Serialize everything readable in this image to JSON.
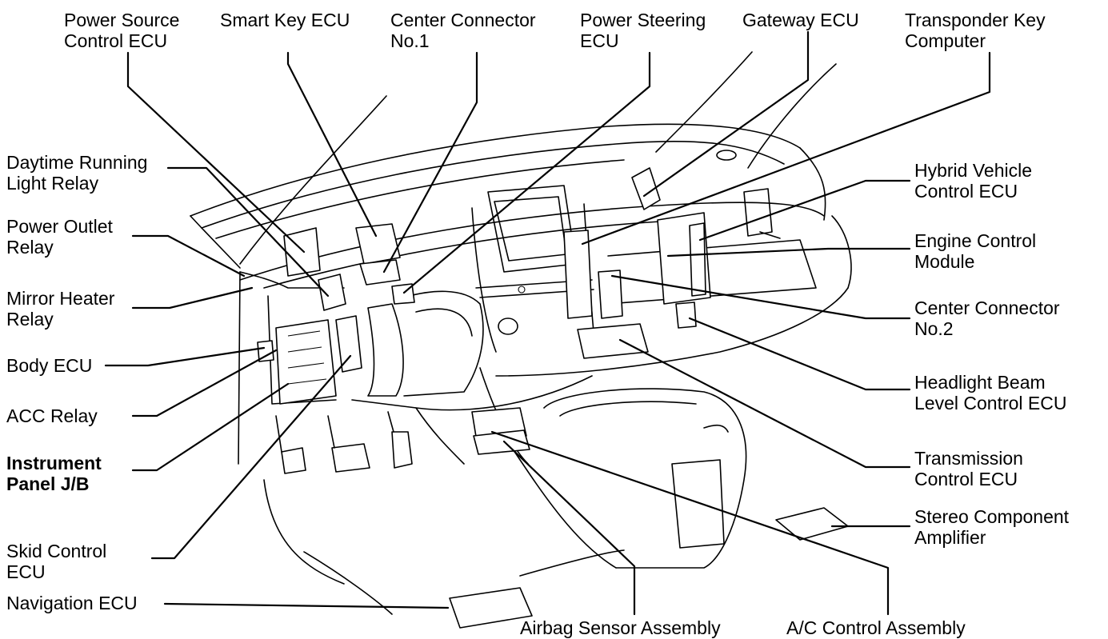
{
  "labels": {
    "power_source_control_ecu": [
      "Power Source",
      "Control ECU"
    ],
    "smart_key_ecu": [
      "Smart Key ECU"
    ],
    "center_connector_1": [
      "Center Connector",
      "No.1"
    ],
    "power_steering_ecu": [
      "Power Steering",
      "ECU"
    ],
    "gateway_ecu": [
      "Gateway ECU"
    ],
    "transponder_key_computer": [
      "Transponder Key",
      "Computer"
    ],
    "daytime_running_light_relay": [
      "Daytime Running",
      "Light Relay"
    ],
    "power_outlet_relay": [
      "Power Outlet",
      "Relay"
    ],
    "mirror_heater_relay": [
      "Mirror Heater",
      "Relay"
    ],
    "body_ecu": [
      "Body ECU"
    ],
    "acc_relay": [
      "ACC Relay"
    ],
    "instrument_panel_jb": [
      "Instrument",
      "Panel J/B"
    ],
    "skid_control_ecu": [
      "Skid Control",
      "ECU"
    ],
    "navigation_ecu": [
      "Navigation ECU"
    ],
    "airbag_sensor_assembly": [
      "Airbag Sensor Assembly"
    ],
    "ac_control_assembly": [
      "A/C Control Assembly"
    ],
    "hybrid_vehicle_control_ecu": [
      "Hybrid Vehicle",
      "Control ECU"
    ],
    "engine_control_module": [
      "Engine Control",
      "Module"
    ],
    "center_connector_2": [
      "Center Connector",
      "No.2"
    ],
    "headlight_beam_level_control_ecu": [
      "Headlight Beam",
      "Level Control ECU"
    ],
    "transmission_control_ecu": [
      "Transmission",
      "Control ECU"
    ],
    "stereo_component_amplifier": [
      "Stereo Component",
      "Amplifier"
    ]
  }
}
